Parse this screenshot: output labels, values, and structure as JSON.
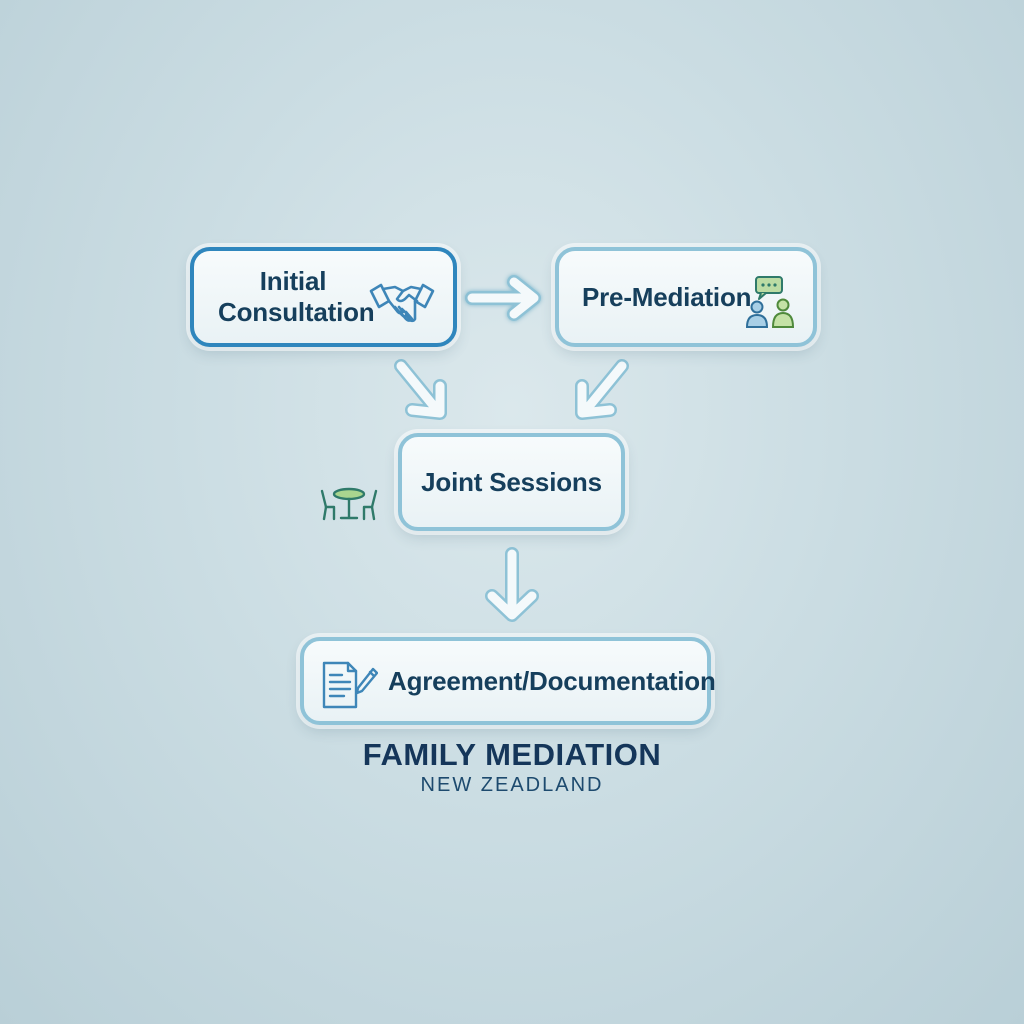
{
  "nodes": {
    "initial": {
      "label": "Initial Consultation",
      "icon": "handshake-icon"
    },
    "pre": {
      "label": "Pre-Mediation",
      "icon": "people-chat-icon"
    },
    "joint": {
      "label": "Joint Sessions",
      "icon": "meeting-table-icon"
    },
    "agreement": {
      "label": "Agreement/Documentation",
      "icon": "document-pen-icon"
    }
  },
  "brand": {
    "title": "FAMILY MEDIATION",
    "subtitle": "NEW ZEADLAND"
  },
  "colors": {
    "node_border": "#8fc3d8",
    "node_border_primary": "#2f86bd",
    "text": "#163f5c",
    "icon_blue": "#3e86b8",
    "icon_green": "#8fc06a"
  }
}
